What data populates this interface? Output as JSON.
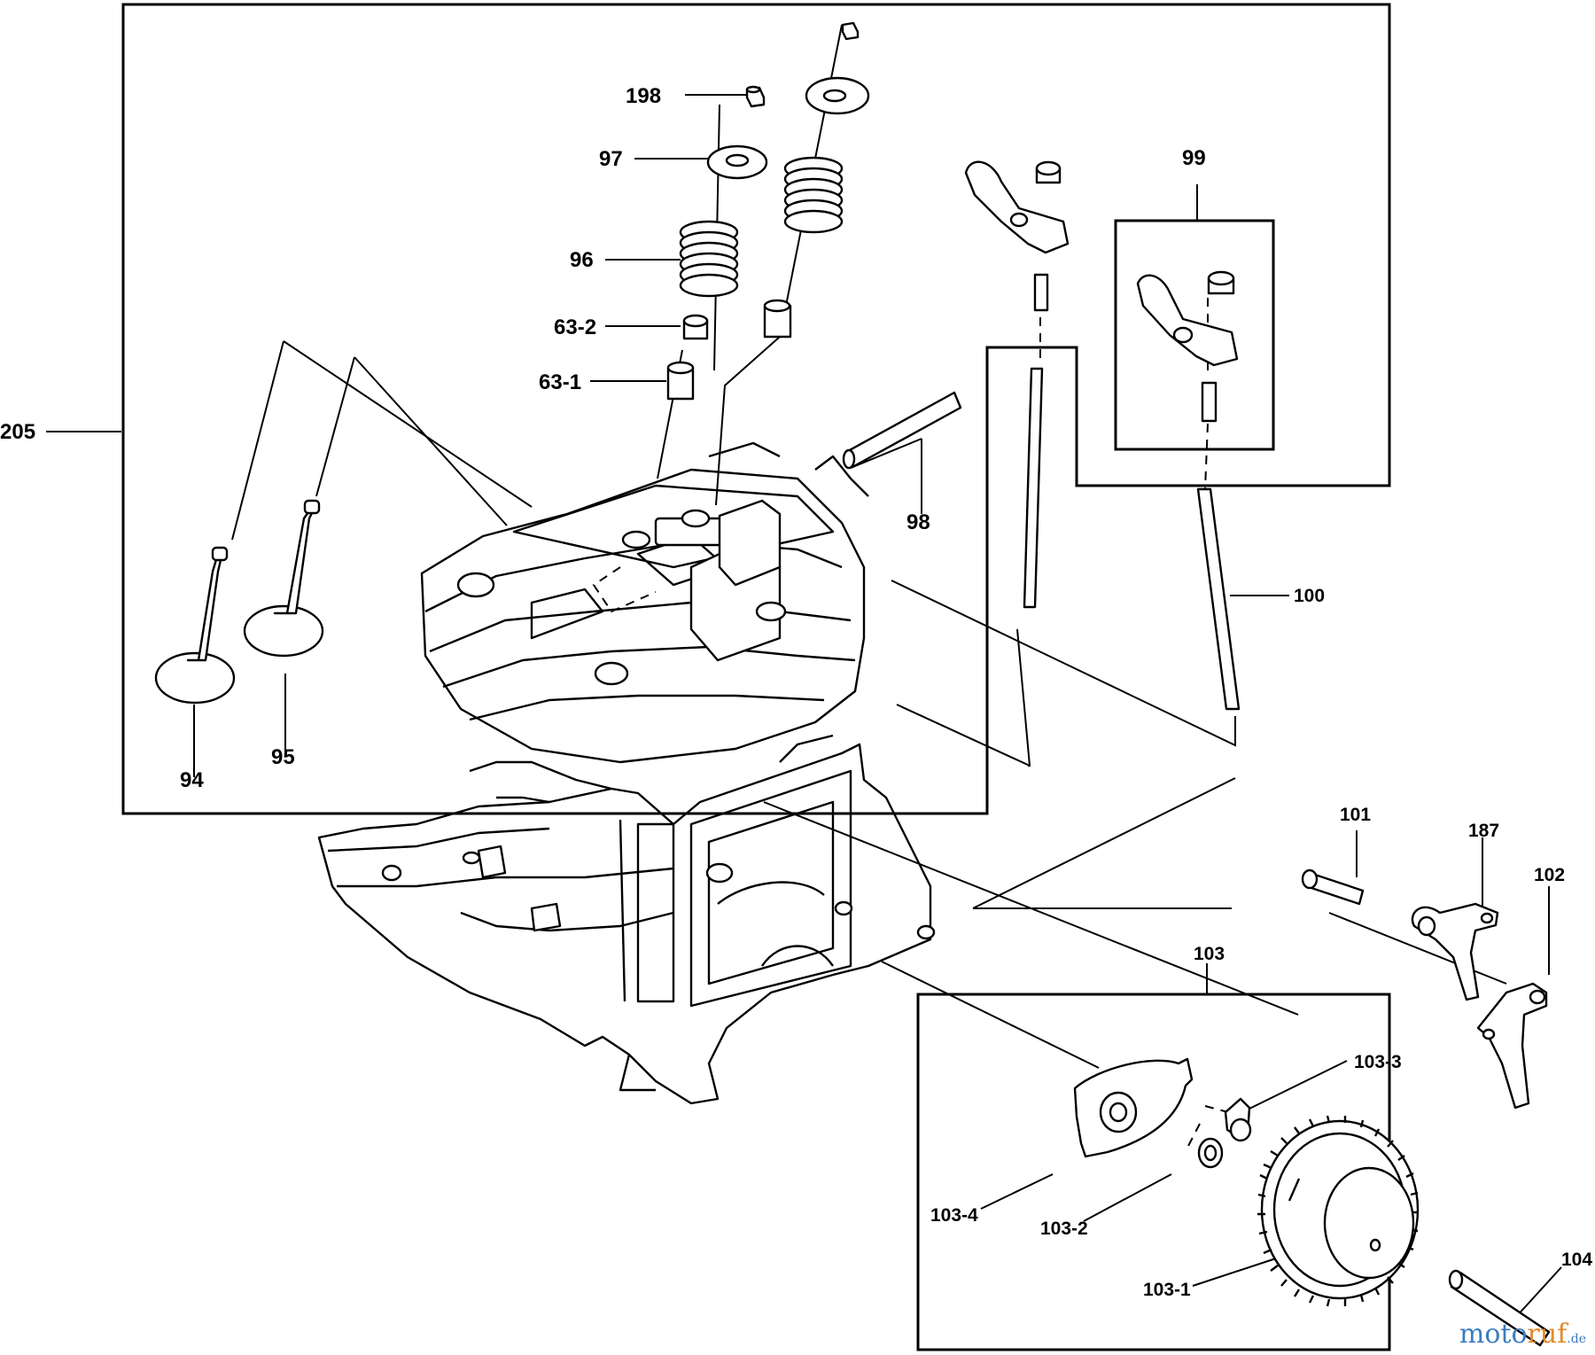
{
  "labels": {
    "l198": "198",
    "l97": "97",
    "l96": "96",
    "l63_2": "63-2",
    "l63_1": "63-1",
    "l205": "205",
    "l98": "98",
    "l99": "99",
    "l100": "100",
    "l94": "94",
    "l95": "95",
    "l101": "101",
    "l187": "187",
    "l102": "102",
    "l103": "103",
    "l103_3": "103-3",
    "l103_4": "103-4",
    "l103_2": "103-2",
    "l103_1": "103-1",
    "l104": "104"
  },
  "watermark": {
    "part1": "moto",
    "part2": "ruf",
    "part3": ".de"
  }
}
